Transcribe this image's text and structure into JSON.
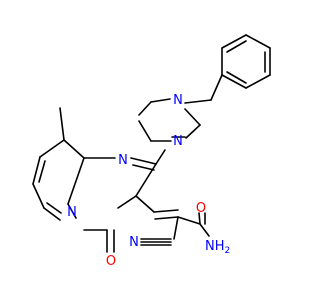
{
  "molecule": {
    "atom_labels": {
      "n_ring_top": "N",
      "n_ring_fused": "N",
      "n_pip_upper": "N",
      "n_pip_lower": "N",
      "o_ketone": "O",
      "o_amide": "O",
      "n_nitrile": "N",
      "nh2": "NH",
      "nh2_sub": "2"
    },
    "colors": {
      "bond": "#000000",
      "nitrogen": "#0000ff",
      "oxygen": "#ff0000",
      "background": "#ffffff"
    }
  }
}
